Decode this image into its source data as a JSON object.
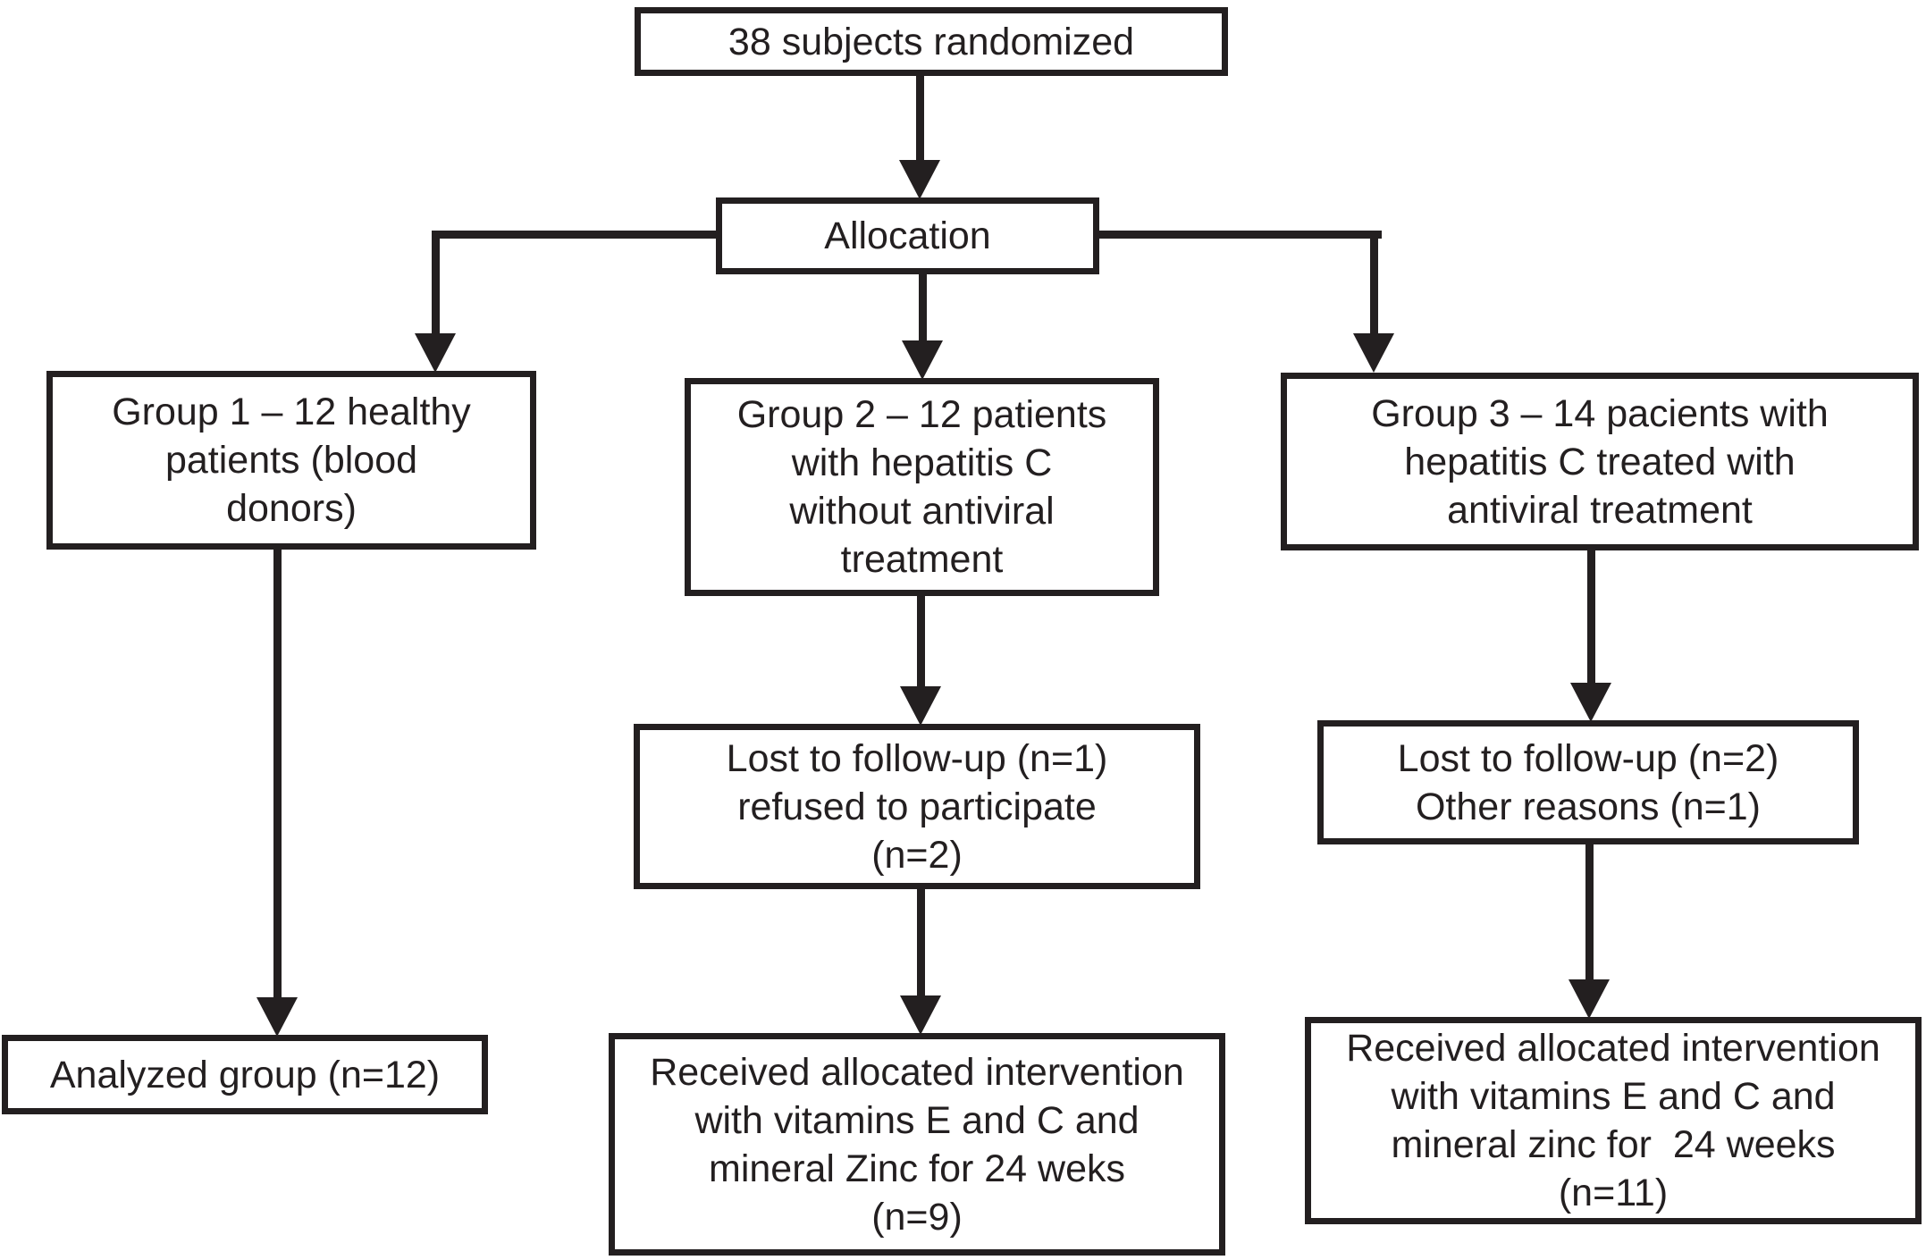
{
  "diagram": {
    "type": "flowchart",
    "description": "Randomized trial subject allocation flow diagram",
    "colors": {
      "line": "#231f20",
      "text": "#231f20",
      "background": "#ffffff"
    },
    "nodes": {
      "randomized": {
        "text": "38 subjects randomized"
      },
      "allocation": {
        "text": "Allocation"
      },
      "group1": {
        "text": "Group 1 – 12 healthy\npatients (blood\ndonors)"
      },
      "group2": {
        "text": "Group 2 – 12 patients\nwith hepatitis C\nwithout antiviral\ntreatment"
      },
      "group3": {
        "text": "Group 3 – 14 pacients with\nhepatitis C treated with\nantiviral treatment"
      },
      "lost_group2": {
        "text": "Lost to follow-up (n=1)\nrefused to participate\n(n=2)"
      },
      "lost_group3": {
        "text": "Lost to follow-up (n=2)\nOther reasons (n=1)"
      },
      "analyzed_group1": {
        "text": "Analyzed group (n=12)"
      },
      "received_group2": {
        "text": "Received allocated intervention\nwith vitamins E and C and\nmineral Zinc for 24 weks\n(n=9)"
      },
      "received_group3": {
        "text": "Received allocated intervention\nwith vitamins E and C and\nmineral zinc for  24 weeks\n(n=11)"
      }
    },
    "edges": [
      "randomized -> allocation",
      "allocation -> group1",
      "allocation -> group2",
      "allocation -> group3",
      "group1 -> analyzed_group1",
      "group2 -> lost_group2",
      "lost_group2 -> received_group2",
      "group3 -> lost_group3",
      "lost_group3 -> received_group3"
    ]
  }
}
